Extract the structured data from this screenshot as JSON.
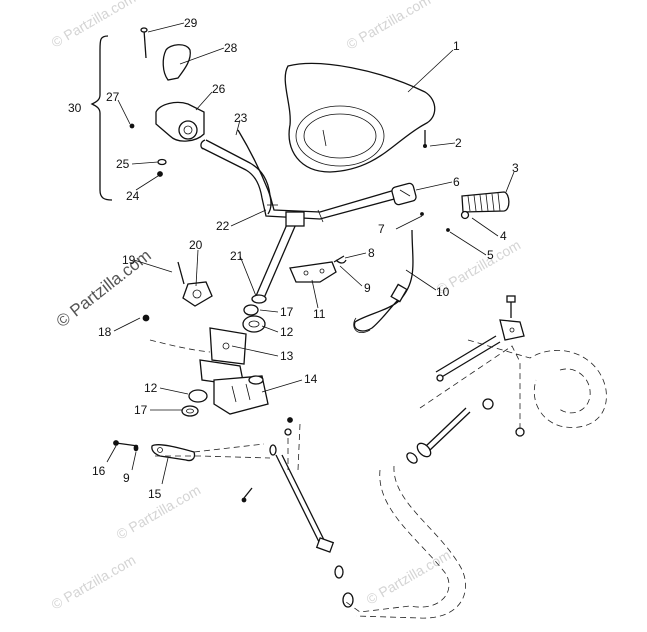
{
  "watermarks": {
    "main": "© Partzilla.com",
    "repeat": "© Partzilla.com"
  },
  "callouts": {
    "c1": "1",
    "c2": "2",
    "c3": "3",
    "c4": "4",
    "c5": "5",
    "c6": "6",
    "c7": "7",
    "c8": "8",
    "c9a": "9",
    "c9b": "9",
    "c10": "10",
    "c11": "11",
    "c12a": "12",
    "c12b": "12",
    "c13": "13",
    "c14": "14",
    "c15": "15",
    "c16": "16",
    "c17a": "17",
    "c17b": "17",
    "c18": "18",
    "c19": "19",
    "c20": "20",
    "c21": "21",
    "c22": "22",
    "c23": "23",
    "c24": "24",
    "c25": "25",
    "c26": "26",
    "c27": "27",
    "c28": "28",
    "c29": "29",
    "c30": "30"
  }
}
